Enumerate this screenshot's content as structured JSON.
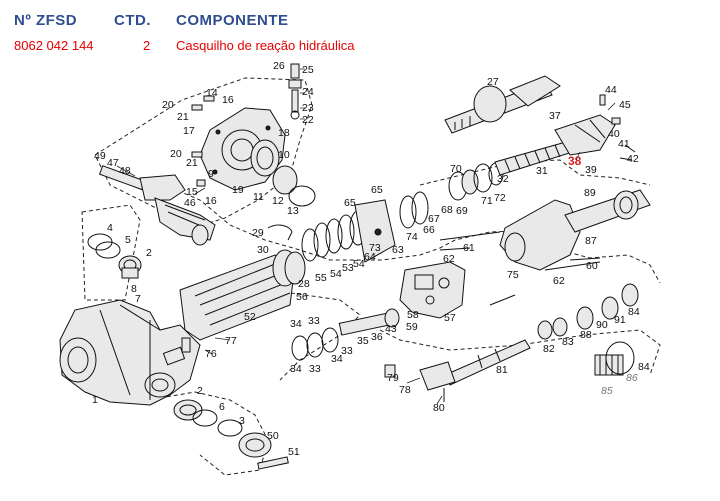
{
  "header": {
    "col_number": "Nº ZFSD",
    "col_qty": "CTD.",
    "col_component": "COMPONENTE",
    "value_number": "8062 042 144",
    "value_qty": "2",
    "value_component": "Casquilho de reação hidráulica"
  },
  "highlight_color": "#e21a1a",
  "header_color": "#2f4e8f",
  "callouts": {
    "n1": "1",
    "n2a": "2",
    "n2b": "2",
    "n3": "3",
    "n4": "4",
    "n5": "5",
    "n6": "6",
    "n7": "7",
    "n8": "8",
    "n9": "9",
    "n10": "10",
    "n11": "11",
    "n12": "12",
    "n13": "13",
    "n14": "14",
    "n15": "15",
    "n16a": "16",
    "n16b": "16",
    "n17": "17",
    "n18": "18",
    "n19": "19",
    "n20a": "20",
    "n20b": "20",
    "n21a": "21",
    "n21b": "21",
    "n22": "22",
    "n23": "23",
    "n24": "24",
    "n25": "25",
    "n26": "26",
    "n27": "27",
    "n28": "28",
    "n29": "29",
    "n30": "30",
    "n31": "31",
    "n32": "32",
    "n33a": "33",
    "n33b": "33",
    "n33c": "33",
    "n34a": "34",
    "n34b": "34",
    "n34c": "34",
    "n35": "35",
    "n36": "36",
    "n37": "37",
    "n38": "38",
    "n39": "39",
    "n40": "40",
    "n41": "41",
    "n42": "42",
    "n43": "43",
    "n44": "44",
    "n45": "45",
    "n46": "46",
    "n47": "47",
    "n48": "48",
    "n49": "49",
    "n50": "50",
    "n51": "51",
    "n52": "52",
    "n53": "53",
    "n54a": "54",
    "n54b": "54",
    "n55": "55",
    "n56": "56",
    "n57": "57",
    "n58": "58",
    "n59": "59",
    "n60": "60",
    "n61": "61",
    "n62a": "62",
    "n62b": "62",
    "n63": "63",
    "n64": "64",
    "n65a": "65",
    "n65b": "65",
    "n66": "66",
    "n67": "67",
    "n68": "68",
    "n69": "69",
    "n70": "70",
    "n71": "71",
    "n72": "72",
    "n73": "73",
    "n74": "74",
    "n75": "75",
    "n76": "76",
    "n77": "77",
    "n78": "78",
    "n79": "79",
    "n80": "80",
    "n81": "81",
    "n82": "82",
    "n83": "83",
    "n84a": "84",
    "n84b": "84",
    "n85": "85",
    "n86": "86",
    "n87": "87",
    "n88": "88",
    "n89": "89",
    "n90": "90",
    "n91": "91"
  }
}
